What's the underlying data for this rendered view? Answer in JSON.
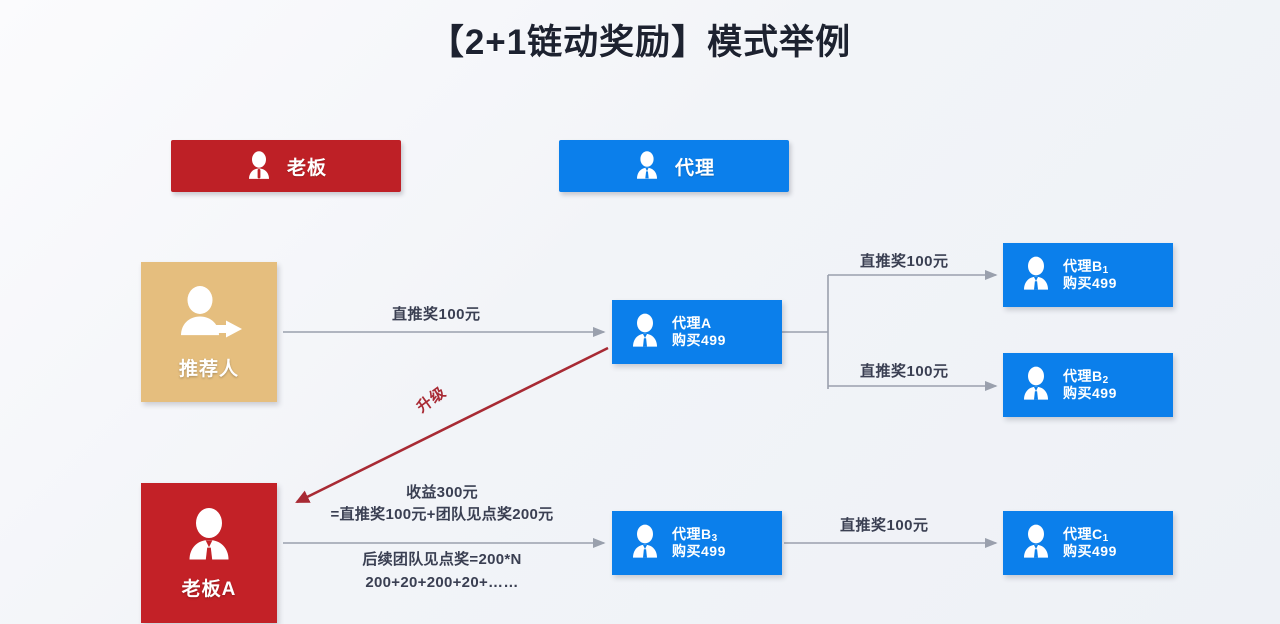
{
  "title": "【2+1链动奖励】模式举例",
  "colors": {
    "boss_red": "#be2026",
    "boss_node_red": "#c32127",
    "agent_blue": "#0b7feb",
    "referrer_tan": "#e5be7e",
    "arrow_gray": "#9aa0ad",
    "upgrade_red": "#a82a34",
    "background": "#f2f4f8",
    "text_dark": "#3a3f52"
  },
  "legend": {
    "boss": {
      "label": "老板",
      "icon": "person-icon"
    },
    "agent": {
      "label": "代理",
      "icon": "person-tie-icon"
    }
  },
  "nodes": {
    "referrer": {
      "label": "推荐人",
      "icon": "person-arrow-icon"
    },
    "bossA": {
      "label": "老板A",
      "icon": "person-suit-icon"
    },
    "agentA": {
      "name": "代理A",
      "name_base": "代理A",
      "name_sub": "",
      "buy": "购买499",
      "icon": "person-tie-icon"
    },
    "agentB1": {
      "name": "代理B1",
      "name_base": "代理B",
      "name_sub": "1",
      "buy": "购买499",
      "icon": "person-tie-icon"
    },
    "agentB2": {
      "name": "代理B2",
      "name_base": "代理B",
      "name_sub": "2",
      "buy": "购买499",
      "icon": "person-tie-icon"
    },
    "agentB3": {
      "name": "代理B3",
      "name_base": "代理B",
      "name_sub": "3",
      "buy": "购买499",
      "icon": "person-tie-icon"
    },
    "agentC1": {
      "name": "代理C1",
      "name_base": "代理C",
      "name_sub": "1",
      "buy": "购买499",
      "icon": "person-tie-icon"
    }
  },
  "edges": {
    "referrer_to_agentA": "直推奖100元",
    "agentA_to_b1": "直推奖100元",
    "agentA_to_b2": "直推奖100元",
    "b3_to_c1": "直推奖100元",
    "upgrade": "升级"
  },
  "income": {
    "line1": "收益300元",
    "line2": "=直推奖100元+团队见点奖200元"
  },
  "below": {
    "line1": "后续团队见点奖=200*N",
    "line2": "200+20+200+20+……"
  }
}
